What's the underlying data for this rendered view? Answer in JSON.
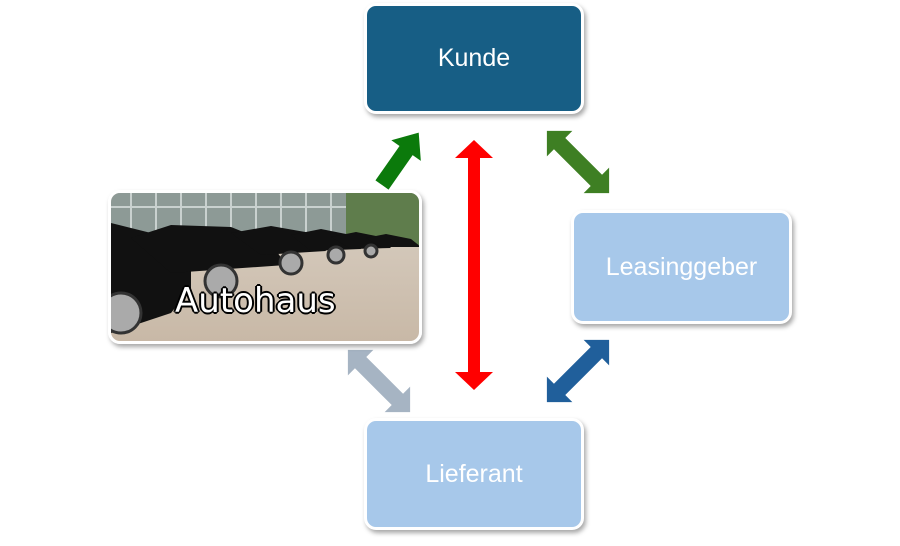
{
  "nodes": {
    "kunde": "Kunde",
    "leasinggeber": "Leasinggeber",
    "lieferant": "Lieferant",
    "autohaus": "Autohaus"
  },
  "colors": {
    "kunde": "#175e85",
    "light_box": "#a7c8ea",
    "arrow_autohaus_kunde": "#0b7a0b",
    "arrow_kunde_lieferant": "#ff0000",
    "arrow_kunde_leasing": "#3e7f23",
    "arrow_leasing_lieferant": "#205f9b",
    "arrow_autohaus_lieferant": "#a6b4c3"
  }
}
